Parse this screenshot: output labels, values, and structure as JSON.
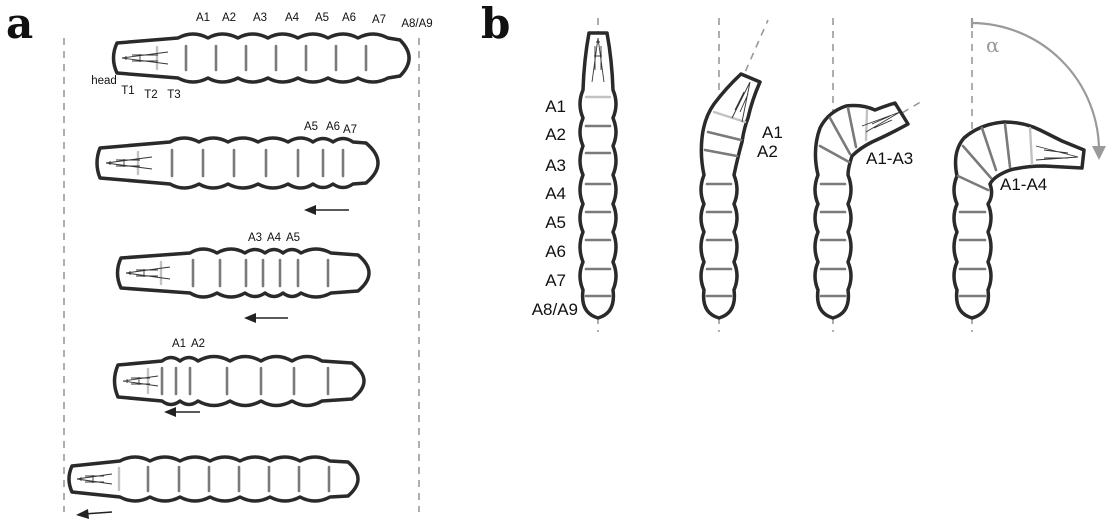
{
  "panel_a": {
    "letter": "a",
    "top_segment_labels": [
      "A1",
      "A2",
      "A3",
      "A4",
      "A5",
      "A6",
      "A7",
      "A8/A9"
    ],
    "head_label": "head",
    "thorax_labels": [
      "T1",
      "T2",
      "T3"
    ],
    "larva2_labels": [
      "A5",
      "A6",
      "A7"
    ],
    "larva3_labels": [
      "A3",
      "A4",
      "A5"
    ],
    "larva4_labels": [
      "A1",
      "A2"
    ]
  },
  "panel_b": {
    "letter": "b",
    "segment_labels": [
      "A1",
      "A2",
      "A3",
      "A4",
      "A5",
      "A6",
      "A7",
      "A8/A9"
    ],
    "larva2_labels": [
      "A1",
      "A2"
    ],
    "larva3_label": "A1-A3",
    "larva4_label": "A1-A4",
    "angle_symbol": "α"
  },
  "colors": {
    "outline": "#2a2a2a",
    "segment": "#7a7a7a",
    "segment_light": "#c2c2c2",
    "guide": "#9a9a9a"
  }
}
